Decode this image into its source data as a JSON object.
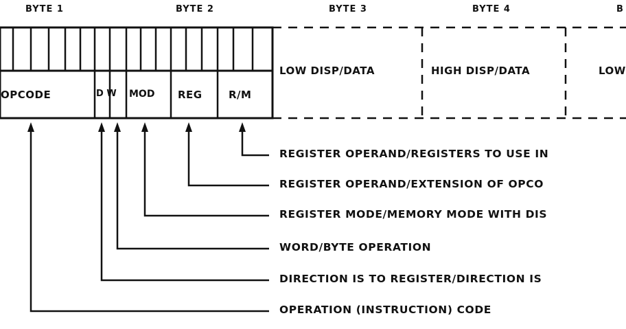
{
  "byte_headers": [
    "BYTE 1",
    "BYTE 2",
    "BYTE 3",
    "BYTE 4",
    "B"
  ],
  "fields": {
    "opcode": "OPCODE",
    "dw": "D W",
    "mod": "MOD",
    "reg": "REG",
    "rm": "R/M",
    "low_disp": "LOW DISP/DATA",
    "high_disp": "HIGH DISP/DATA",
    "next_low": "LOW"
  },
  "legend": [
    {
      "id": "rm",
      "text": "REGISTER OPERAND/REGISTERS TO USE IN"
    },
    {
      "id": "reg",
      "text": "REGISTER OPERAND/EXTENSION OF OPCO"
    },
    {
      "id": "mod",
      "text": "REGISTER MODE/MEMORY MODE WITH DIS"
    },
    {
      "id": "w",
      "text": "WORD/BYTE OPERATION"
    },
    {
      "id": "d",
      "text": "DIRECTION IS TO REGISTER/DIRECTION IS"
    },
    {
      "id": "opcode",
      "text": "OPERATION (INSTRUCTION) CODE"
    }
  ]
}
